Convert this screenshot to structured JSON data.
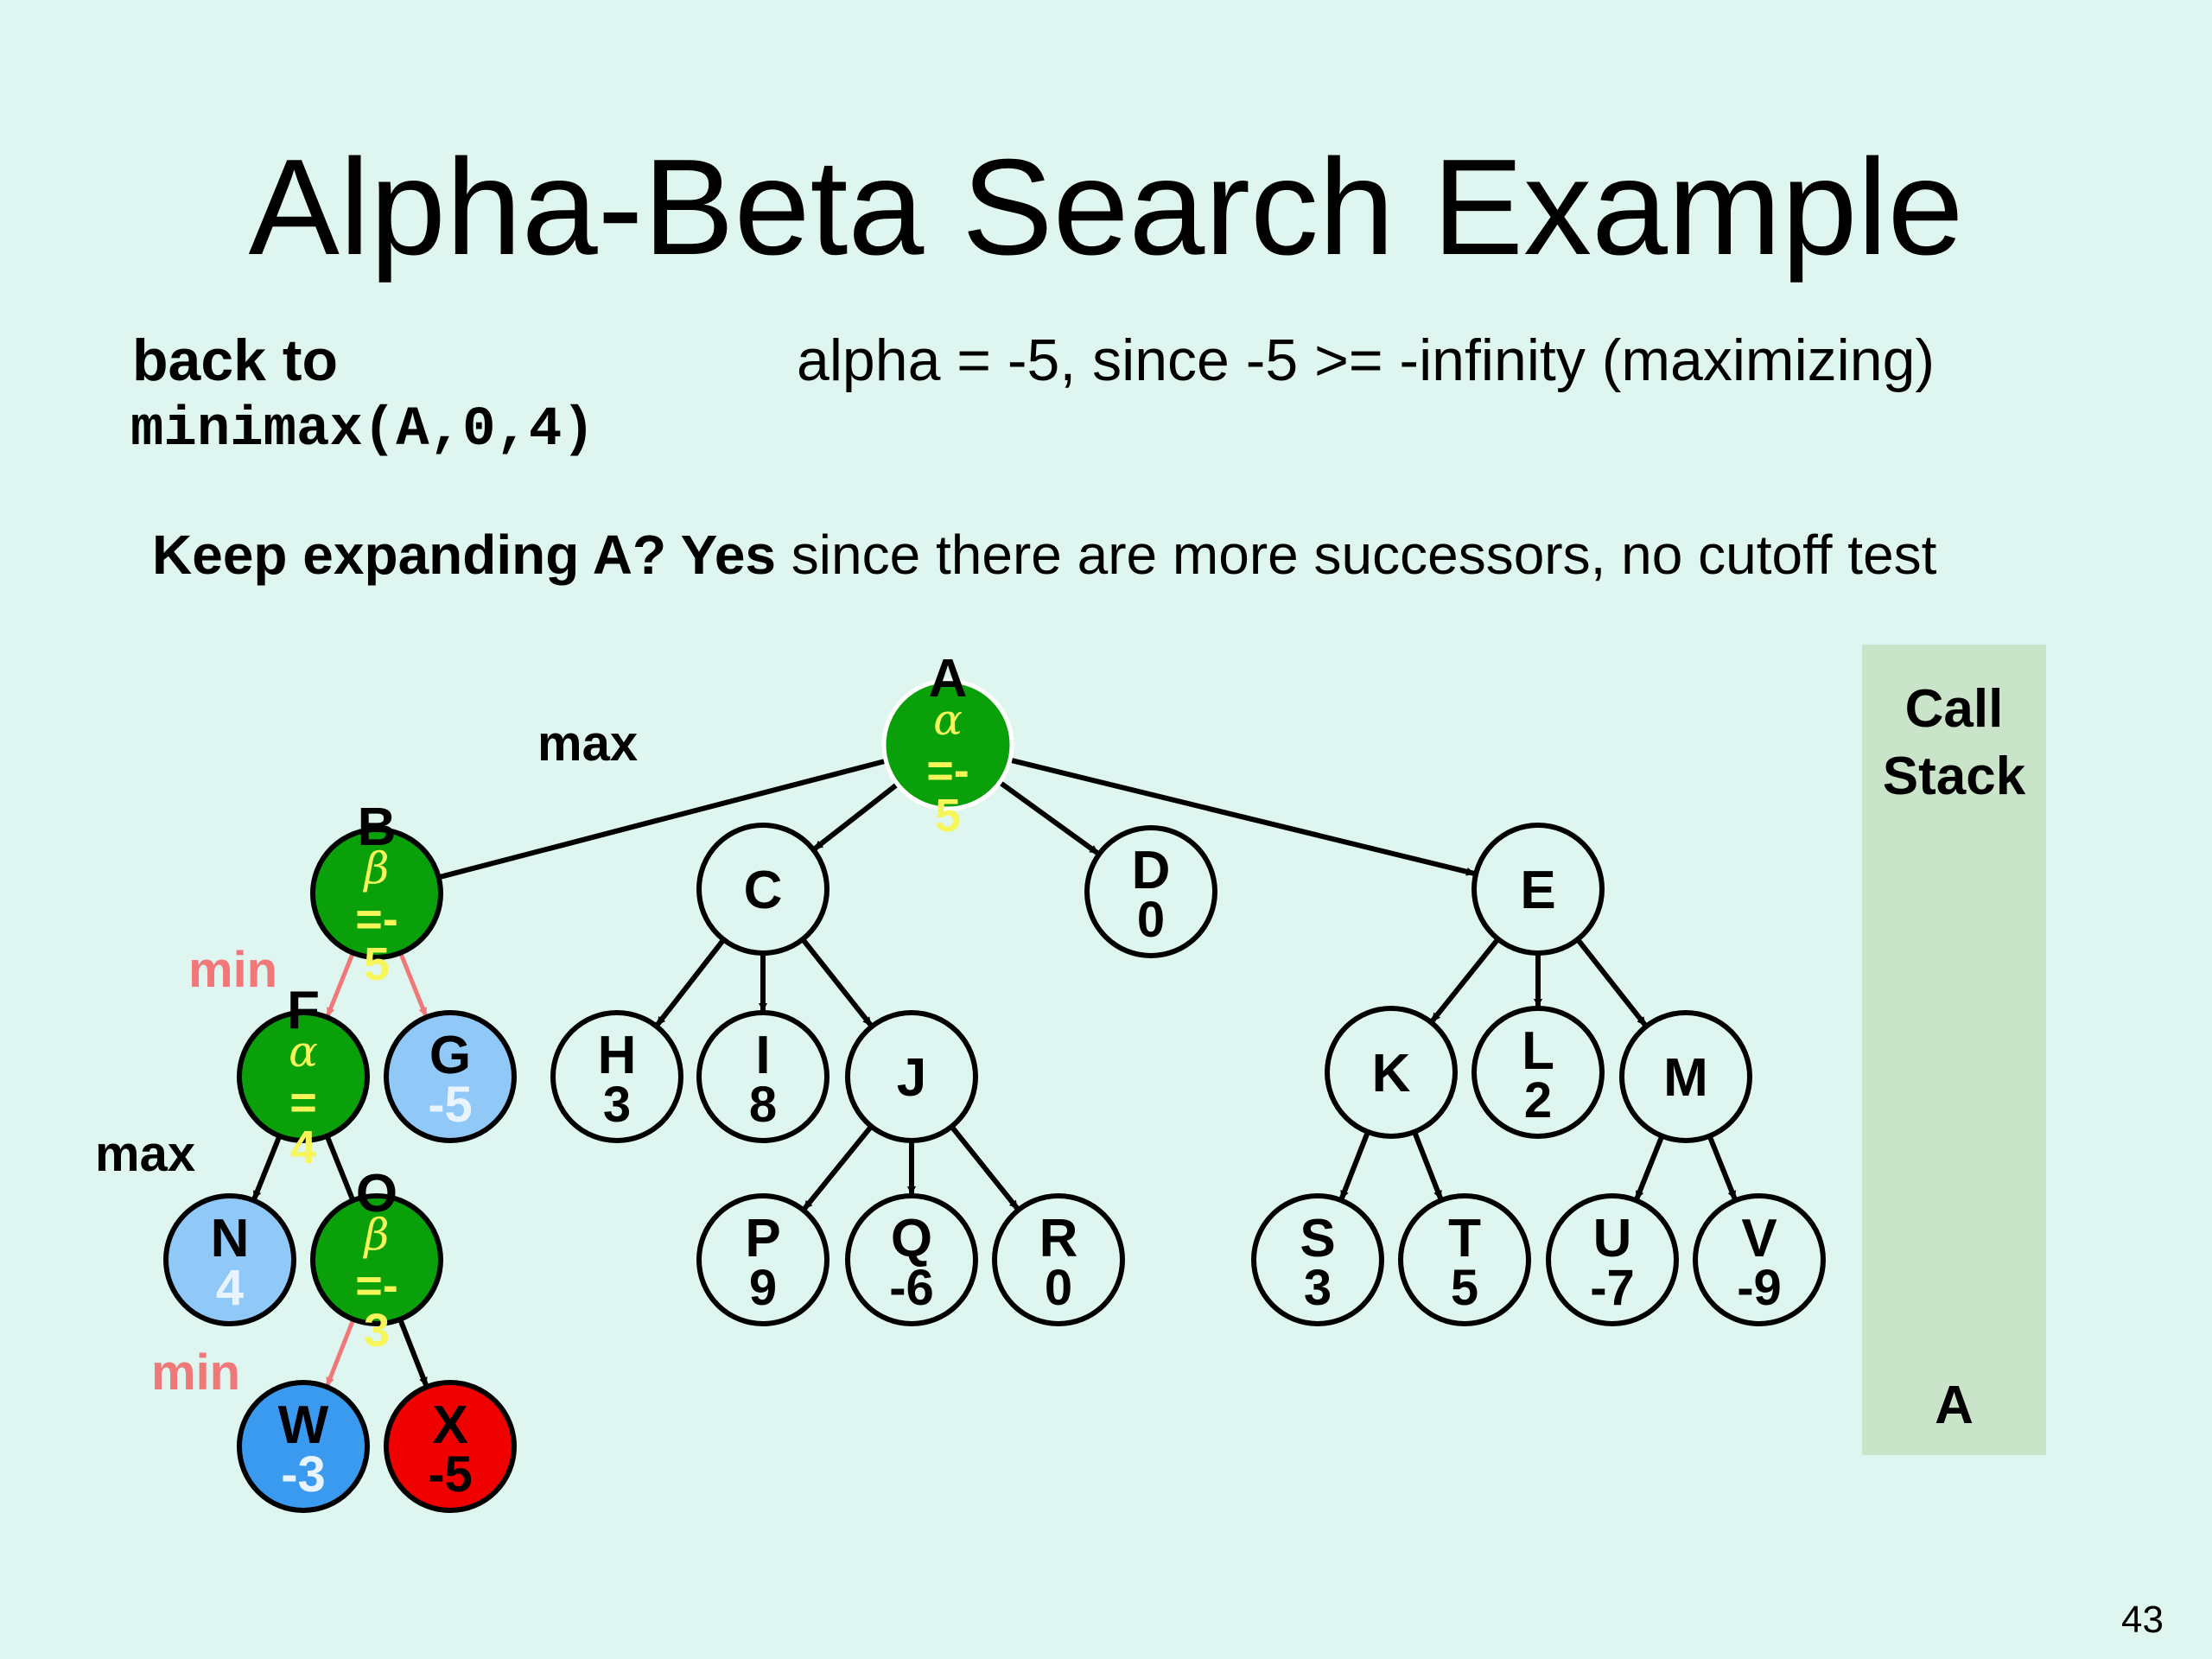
{
  "slide": {
    "title": "Alpha-Beta Search Example",
    "back_to": "back to",
    "call": "minimax(A,0,4)",
    "alpha_note": "alpha = -5, since -5 >= -infinity  (maximizing)",
    "keep_bold": "Keep expanding A? Yes",
    "keep_rest": " since there are more successors, no cutoff test",
    "page_number": "43"
  },
  "call_stack": {
    "title_line1": "Call",
    "title_line2": "Stack",
    "items": [
      "A"
    ]
  },
  "level_labels": [
    {
      "id": "max-top",
      "text": "max",
      "color": "#000000"
    },
    {
      "id": "min-b",
      "text": "min",
      "color": "#f07878"
    },
    {
      "id": "max-f",
      "text": "max",
      "color": "#000000"
    },
    {
      "id": "min-o",
      "text": "min",
      "color": "#f07878"
    }
  ],
  "colors": {
    "background": "#dff6f0",
    "active_green": "#0aa00a",
    "bound_text": "#f6f65a",
    "evaluated_leaf": "#90c8f8",
    "current_leaf": "#3a9af0",
    "pruned_leaf": "#f00000",
    "pink_edge": "#f07878",
    "call_stack_bg": "#c9e4c9"
  },
  "nodes": [
    {
      "id": "A",
      "state": "active",
      "bound": "α",
      "bound_value": "=-5"
    },
    {
      "id": "B",
      "state": "active",
      "bound": "β",
      "bound_value": "=-5"
    },
    {
      "id": "C",
      "state": "unvisited",
      "value": ""
    },
    {
      "id": "D",
      "state": "unvisited",
      "value": "0"
    },
    {
      "id": "E",
      "state": "unvisited",
      "value": ""
    },
    {
      "id": "F",
      "state": "active",
      "bound": "α",
      "bound_value": "=4"
    },
    {
      "id": "G",
      "state": "evaluated",
      "value": "-5"
    },
    {
      "id": "H",
      "state": "unvisited",
      "value": "3"
    },
    {
      "id": "I",
      "state": "unvisited",
      "value": "8"
    },
    {
      "id": "J",
      "state": "unvisited",
      "value": ""
    },
    {
      "id": "K",
      "state": "unvisited",
      "value": ""
    },
    {
      "id": "L",
      "state": "unvisited",
      "value": "2"
    },
    {
      "id": "M",
      "state": "unvisited",
      "value": ""
    },
    {
      "id": "N",
      "state": "evaluated",
      "value": "4"
    },
    {
      "id": "O",
      "state": "active",
      "bound": "β",
      "bound_value": "=-3"
    },
    {
      "id": "P",
      "state": "unvisited",
      "value": "9"
    },
    {
      "id": "Q",
      "state": "unvisited",
      "value": "-6"
    },
    {
      "id": "R",
      "state": "unvisited",
      "value": "0"
    },
    {
      "id": "S",
      "state": "unvisited",
      "value": "3"
    },
    {
      "id": "T",
      "state": "unvisited",
      "value": "5"
    },
    {
      "id": "U",
      "state": "unvisited",
      "value": "-7"
    },
    {
      "id": "V",
      "state": "unvisited",
      "value": "-9"
    },
    {
      "id": "W",
      "state": "current",
      "value": "-3"
    },
    {
      "id": "X",
      "state": "pruned",
      "value": "-5"
    }
  ],
  "edges": [
    {
      "from": "A",
      "to": "B",
      "style": "plain"
    },
    {
      "from": "A",
      "to": "C",
      "style": "arrow"
    },
    {
      "from": "A",
      "to": "D",
      "style": "arrow"
    },
    {
      "from": "A",
      "to": "E",
      "style": "arrow"
    },
    {
      "from": "B",
      "to": "F",
      "style": "pink"
    },
    {
      "from": "B",
      "to": "G",
      "style": "pink"
    },
    {
      "from": "C",
      "to": "H",
      "style": "arrow"
    },
    {
      "from": "C",
      "to": "I",
      "style": "arrow"
    },
    {
      "from": "C",
      "to": "J",
      "style": "arrow"
    },
    {
      "from": "E",
      "to": "K",
      "style": "arrow"
    },
    {
      "from": "E",
      "to": "L",
      "style": "arrow"
    },
    {
      "from": "E",
      "to": "M",
      "style": "arrow"
    },
    {
      "from": "F",
      "to": "N",
      "style": "arrow"
    },
    {
      "from": "F",
      "to": "O",
      "style": "plain"
    },
    {
      "from": "J",
      "to": "P",
      "style": "arrow"
    },
    {
      "from": "J",
      "to": "Q",
      "style": "arrow"
    },
    {
      "from": "J",
      "to": "R",
      "style": "arrow"
    },
    {
      "from": "K",
      "to": "S",
      "style": "arrow"
    },
    {
      "from": "K",
      "to": "T",
      "style": "arrow"
    },
    {
      "from": "M",
      "to": "U",
      "style": "arrow"
    },
    {
      "from": "M",
      "to": "V",
      "style": "arrow"
    },
    {
      "from": "O",
      "to": "W",
      "style": "pink"
    },
    {
      "from": "O",
      "to": "X",
      "style": "arrow"
    }
  ]
}
